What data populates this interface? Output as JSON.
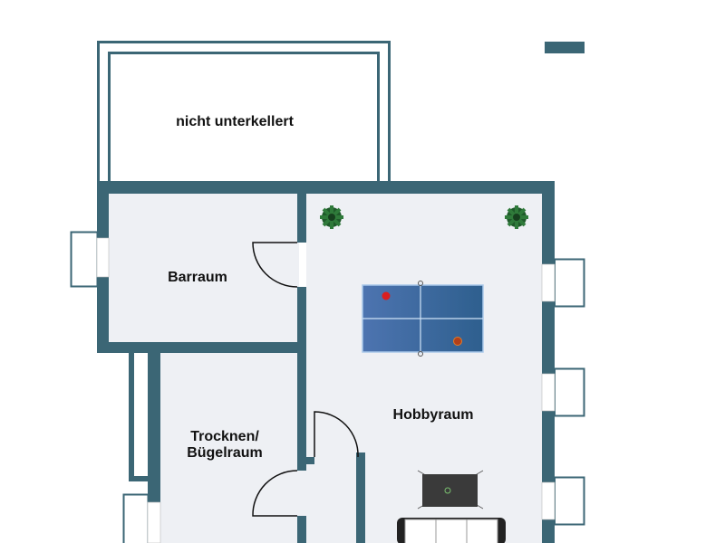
{
  "plan": {
    "wall_color": "#3b6675",
    "floor_color": "#eef0f4",
    "rooms": [
      {
        "id": "unbasemented",
        "label": "nicht unterkellert"
      },
      {
        "id": "bar",
        "label": "Barraum"
      },
      {
        "id": "hobby",
        "label": "Hobbyraum"
      },
      {
        "id": "drying",
        "label_line1": "Trocknen/",
        "label_line2": "Bügelraum"
      }
    ]
  }
}
